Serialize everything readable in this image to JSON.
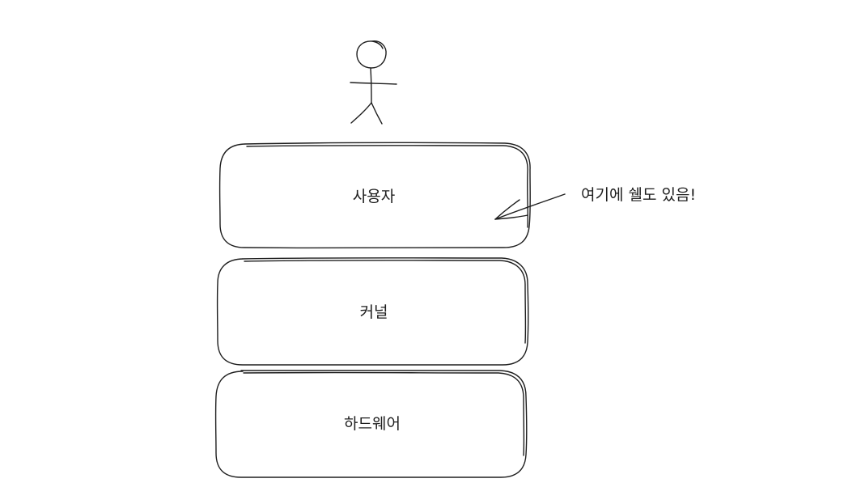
{
  "diagram": {
    "layers": [
      {
        "id": "user",
        "label": "사용자"
      },
      {
        "id": "kernel",
        "label": "커널"
      },
      {
        "id": "hardware",
        "label": "하드웨어"
      }
    ],
    "annotation": {
      "text": "여기에 쉘도 있음!"
    },
    "actor_icon": "stick-figure-icon",
    "stroke_color": "#1e1e1e",
    "background_color": "#ffffff"
  }
}
